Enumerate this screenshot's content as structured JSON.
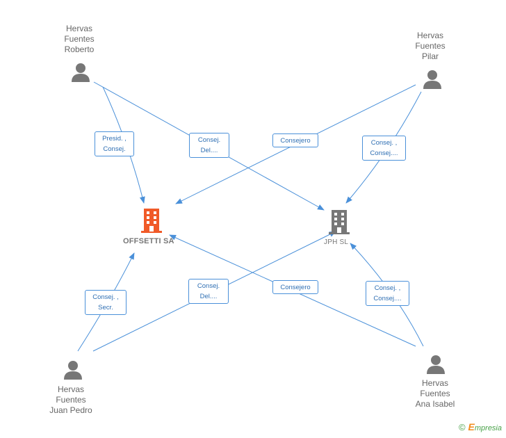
{
  "people": {
    "roberto": {
      "name": "Hervas\nFuentes\nRoberto"
    },
    "pilar": {
      "name": "Hervas\nFuentes\nPilar"
    },
    "juan_pedro": {
      "name": "Hervas\nFuentes\nJuan Pedro"
    },
    "ana_isabel": {
      "name": "Hervas\nFuentes\nAna Isabel"
    }
  },
  "companies": {
    "offsetti": {
      "name": "OFFSETTI SA",
      "color": "#f05a28"
    },
    "jph": {
      "name": "JPH SL",
      "color": "#777777"
    }
  },
  "relations": {
    "roberto_offsetti": "Presid. ,\nConsej.",
    "roberto_jph": "Consej.\nDel....",
    "pilar_offsetti": "Consejero",
    "pilar_jph": "Consej. ,\nConsej....",
    "juan_offsetti": "Consej. ,\nSecr.",
    "juan_jph": "Consej.\nDel....",
    "ana_offsetti": "Consejero",
    "ana_jph": "Consej. ,\nConsej...."
  },
  "footer": {
    "copyright": "©",
    "brand_initial": "E",
    "brand_rest": "mpresia"
  },
  "colors": {
    "edge": "#4a90d9",
    "person_icon": "#777777",
    "company_highlight": "#f05a28",
    "company_default": "#777777"
  }
}
